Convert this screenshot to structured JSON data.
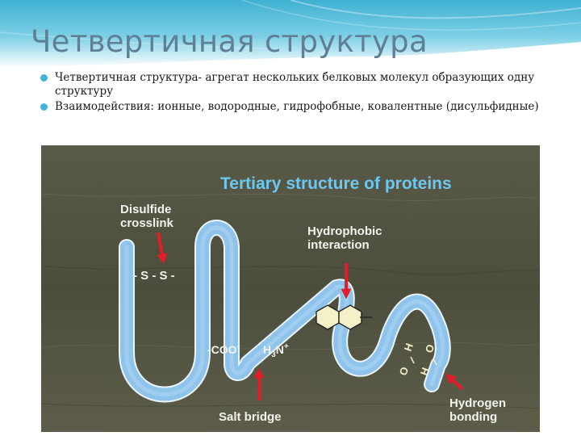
{
  "slide": {
    "title": "Четвертичная структура",
    "bullets": [
      {
        "text": "Четвертичная структура- агрегат нескольких белковых молекул образующих одну структуру"
      },
      {
        "text": "Взаимодействия: ионные, водородные, гидрофобные, ковалентные (дисульфидные)"
      }
    ]
  },
  "figure": {
    "title": "Tertiary structure of proteins",
    "disulfide_label_line1": "Disulfide",
    "disulfide_label_line2": "crosslink",
    "disulfide_bond": "- S - S -",
    "hydrophobic_label_line1": "Hydrophobic",
    "hydrophobic_label_line2": "interaction",
    "salt_bridge_label": "Salt bridge",
    "salt_bridge_left": "-COO",
    "salt_bridge_left_charge": "-",
    "salt_bridge_right": "H",
    "salt_bridge_right_sub": "3",
    "salt_bridge_right_n": "N",
    "salt_bridge_right_charge": "+",
    "hbond_label_line1": "Hydrogen",
    "hbond_label_line2": "bonding",
    "hbond_left_o": "O",
    "hbond_left_h": "H",
    "hbond_right_h": "H",
    "hbond_right_o": "O",
    "colors": {
      "title": "#6bc8f0",
      "labels": "#f2f2ee",
      "chain": "#8ec3ec",
      "arrows": "#e21d2a"
    }
  }
}
